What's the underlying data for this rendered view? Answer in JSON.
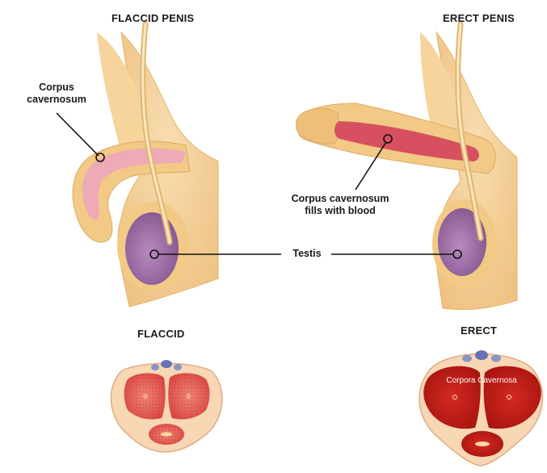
{
  "titles": {
    "flaccid_penis": "FLACCID PENIS",
    "erect_penis": "ERECT PENIS",
    "flaccid": "FLACCID",
    "erect": "ERECT"
  },
  "callouts": {
    "corpus_cavernosum_line1": "Corpus",
    "corpus_cavernosum_line2": "cavernosum",
    "fills_line1": "Corpus cavernosum",
    "fills_line2": "fills with blood",
    "testis": "Testis"
  },
  "cross_section": {
    "erect_inner_label": "Corpora Cavernosa"
  },
  "colors": {
    "skin": "#f4d197",
    "skin_edge": "#d9ad64",
    "testis": "#9c6fa6",
    "corpus_flaccid": "#eeaab7",
    "corpus_erect": "#d6505f",
    "tissue_flaccid": "#ee6a62",
    "tissue_erect": "#c61d1a",
    "vessel": "#6672b5"
  }
}
